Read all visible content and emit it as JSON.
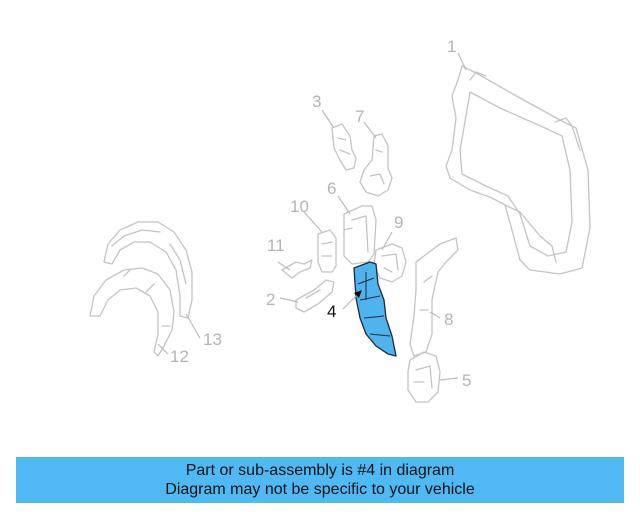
{
  "diagram": {
    "highlighted_part": "4",
    "highlight_color": "#4fb3ee",
    "callouts": [
      {
        "id": "c1",
        "label": "1"
      },
      {
        "id": "c2",
        "label": "2"
      },
      {
        "id": "c3",
        "label": "3"
      },
      {
        "id": "c4",
        "label": "4"
      },
      {
        "id": "c5",
        "label": "5"
      },
      {
        "id": "c6",
        "label": "6"
      },
      {
        "id": "c7",
        "label": "7"
      },
      {
        "id": "c8",
        "label": "8"
      },
      {
        "id": "c9",
        "label": "9"
      },
      {
        "id": "c10",
        "label": "10"
      },
      {
        "id": "c11",
        "label": "11"
      },
      {
        "id": "c12",
        "label": "12"
      },
      {
        "id": "c13",
        "label": "13"
      }
    ]
  },
  "banner": {
    "line1": "Part or sub-assembly is #4 in diagram",
    "line2": "Diagram may not be specific to your vehicle",
    "background": "#4fb9f4"
  }
}
